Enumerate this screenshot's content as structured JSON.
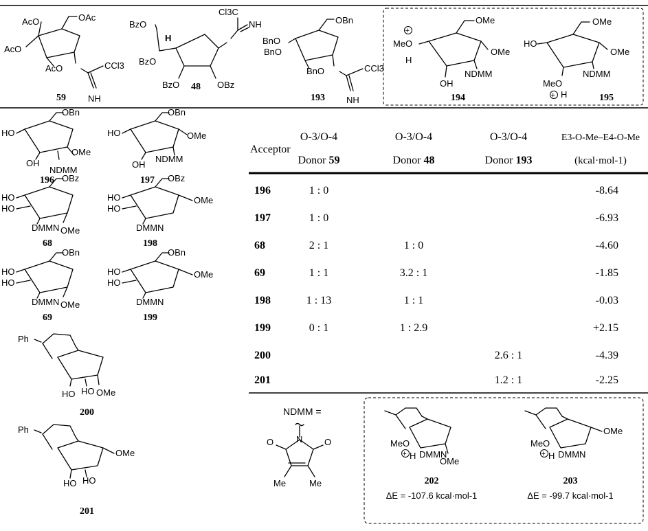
{
  "donors": {
    "d59": {
      "sub": [
        "AcO",
        "OAc",
        "AcO",
        "AcO",
        "CCl3",
        "NH"
      ],
      "num": "59"
    },
    "d48": {
      "sub": [
        "BzO",
        "BzO",
        "H",
        "BzO",
        "OBz",
        "Cl3C",
        "NH"
      ],
      "num": "48"
    },
    "d193": {
      "sub": [
        "OBn",
        "BnO",
        "BnO",
        "BnO",
        "CCl3",
        "NH"
      ],
      "num": "193"
    }
  },
  "ions_top": {
    "c194": {
      "sub": [
        "OMe",
        "MeO",
        "H",
        "OMe",
        "OH",
        "NDMM"
      ],
      "num": "194"
    },
    "c195": {
      "sub": [
        "OMe",
        "HO",
        "OMe",
        "NDMM",
        "MeO",
        "H"
      ],
      "num": "195"
    }
  },
  "acceptors": [
    {
      "num": "196",
      "sub": [
        "OBn",
        "HO",
        "OMe",
        "OH",
        "NDMM"
      ]
    },
    {
      "num": "197",
      "sub": [
        "OBn",
        "HO",
        "OMe",
        "OH",
        "NDMM"
      ]
    },
    {
      "num": "68",
      "sub": [
        "OBz",
        "HO",
        "HO",
        "DMMN",
        "OMe"
      ]
    },
    {
      "num": "198",
      "sub": [
        "OBz",
        "HO",
        "HO",
        "DMMN",
        "OMe"
      ]
    },
    {
      "num": "69",
      "sub": [
        "OBn",
        "HO",
        "HO",
        "DMMN",
        "OMe"
      ]
    },
    {
      "num": "199",
      "sub": [
        "OBn",
        "HO",
        "HO",
        "DMMN",
        "OMe"
      ]
    },
    {
      "num": "200",
      "sub": [
        "Ph",
        "HO",
        "HO",
        "OMe"
      ]
    },
    {
      "num": "201",
      "sub": [
        "Ph",
        "HO",
        "HO",
        "OMe"
      ]
    }
  ],
  "table": {
    "col_acceptor": "Acceptor",
    "col_ratio": "O-3/O-4",
    "col_donor_prefix": "Donor",
    "donor_nums": [
      "59",
      "48",
      "193"
    ],
    "col_energy": "E3-O-Me–E4-O-Me",
    "col_energy_unit": "(kcal·mol-1)",
    "rows": [
      {
        "acceptor": "196",
        "d59": "1 : 0",
        "d48": "",
        "d193": "",
        "energy": "-8.64"
      },
      {
        "acceptor": "197",
        "d59": "1 : 0",
        "d48": "",
        "d193": "",
        "energy": "-6.93"
      },
      {
        "acceptor": "68",
        "d59": "2 : 1",
        "d48": "1 : 0",
        "d193": "",
        "energy": "-4.60"
      },
      {
        "acceptor": "69",
        "d59": "1 : 1",
        "d48": "3.2 : 1",
        "d193": "",
        "energy": "-1.85"
      },
      {
        "acceptor": "198",
        "d59": "1 : 13",
        "d48": "1 : 1",
        "d193": "",
        "energy": "-0.03"
      },
      {
        "acceptor": "199",
        "d59": "0 : 1",
        "d48": "1 : 2.9",
        "d193": "",
        "energy": "+2.15"
      },
      {
        "acceptor": "200",
        "d59": "",
        "d48": "",
        "d193": "2.6 : 1",
        "energy": "-4.39"
      },
      {
        "acceptor": "201",
        "d59": "",
        "d48": "",
        "d193": "1.2 : 1",
        "energy": "-2.25"
      }
    ]
  },
  "ndmm": {
    "label": "NDMM =",
    "sub": [
      "O",
      "N",
      "O",
      "Me",
      "Me"
    ]
  },
  "ions_bottom": {
    "c202": {
      "sub": [
        "MeO",
        "H",
        "DMMN",
        "OMe"
      ],
      "num": "202",
      "energy": "ΔE = -107.6 kcal·mol-1"
    },
    "c203": {
      "sub": [
        "MeO",
        "H",
        "DMMN",
        "OMe"
      ],
      "num": "203",
      "energy": "ΔE = -99.7 kcal·mol-1"
    }
  }
}
